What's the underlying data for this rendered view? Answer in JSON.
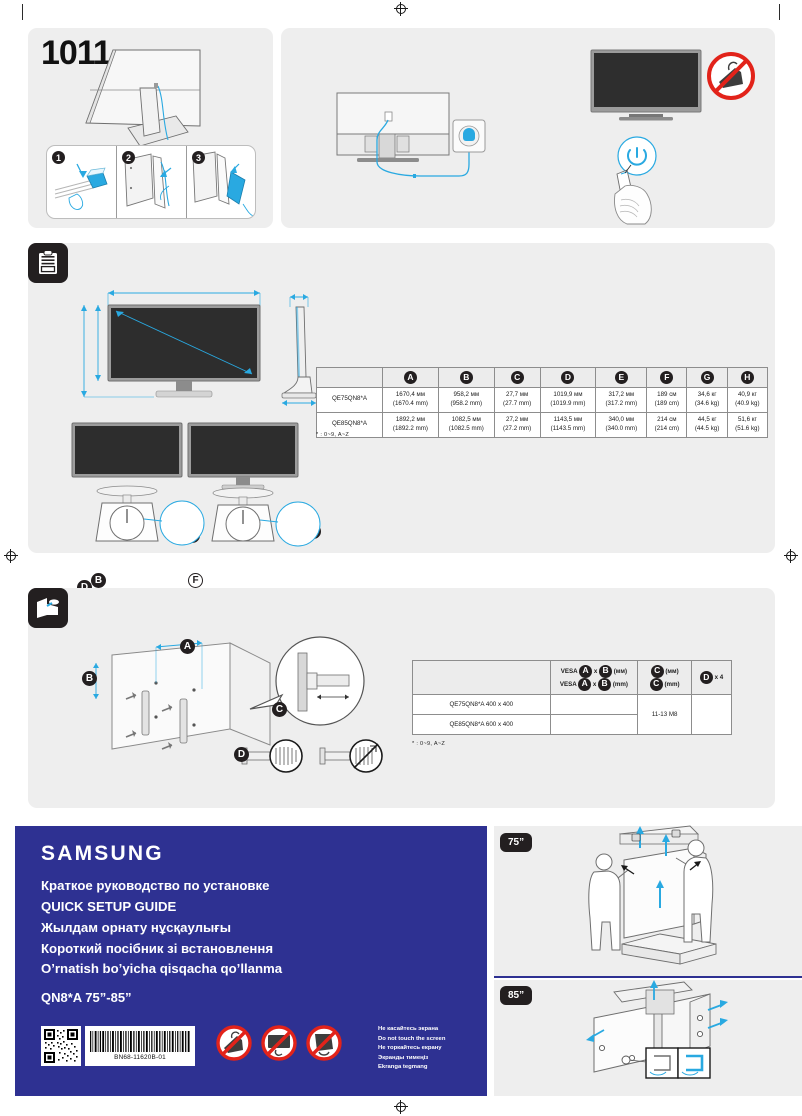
{
  "document": {
    "page_number": "1011",
    "barcode_number": "BN68-11620B-01",
    "footnote": "* : 0~9, A~Z"
  },
  "brand": {
    "logo_text": "SAMSUNG"
  },
  "footer": {
    "titles": [
      "Краткое руководство по установке",
      "QUICK SETUP GUIDE",
      "Жылдам орнату нұсқаулығы",
      "Короткий посібник зі встановлення",
      "O’rnatish bo’yicha qisqacha qo’llanma"
    ],
    "model_line": "QN8*A 75”-85”",
    "warnings": [
      "Не касайтесь экрана",
      "Do not touch the screen",
      "Не торкайтесь екрану",
      "Экранды тимеңіз",
      "Ekranga tegmang"
    ]
  },
  "stand_assembly": {
    "steps": [
      "1",
      "2",
      "3"
    ]
  },
  "dimensions_section": {
    "icon": "clipboard-icon",
    "markers": [
      "A",
      "B",
      "C",
      "D",
      "E",
      "F",
      "G",
      "H"
    ],
    "table": {
      "headers": [
        "",
        "A",
        "B",
        "C",
        "D",
        "E",
        "F",
        "G",
        "H"
      ],
      "rows": [
        {
          "model": "QE75QN8*A",
          "values": [
            "1670,4 мм\n(1670.4 mm)",
            "958,2 мм\n(958.2 mm)",
            "27,7 мм\n(27.7 mm)",
            "1019,9 мм\n(1019.9 mm)",
            "317,2 мм\n(317.2 mm)",
            "189 см\n(189 cm)",
            "34,6 кг\n(34.6 kg)",
            "40,9 кг\n(40.9 kg)"
          ]
        },
        {
          "model": "QE85QN8*A",
          "values": [
            "1892,2 мм\n(1892.2 mm)",
            "1082,5 мм\n(1082.5 mm)",
            "27,2 мм\n(27.2 mm)",
            "1143,5 мм\n(1143.5 mm)",
            "340,0 мм\n(340.0 mm)",
            "214 см\n(214 cm)",
            "44,5 кг\n(44.5 kg)",
            "51,6 кг\n(51.6 kg)"
          ]
        }
      ]
    }
  },
  "wallmount_section": {
    "icon": "wall-mount-icon",
    "markers": [
      "A",
      "B",
      "C",
      "D"
    ],
    "table": {
      "header_vesa_ru": "VESA A x B (мм)",
      "header_vesa_en": "VESA A x B (mm)",
      "header_c_ru": "C (мм)",
      "header_c_en": "C (mm)",
      "header_d": "D x 4",
      "rows": [
        {
          "model": "QE75QN8*A 400 x 400",
          "vesa": "",
          "screw": "11-13 M8"
        },
        {
          "model": "QE85QN8*A 600 x 400",
          "vesa": "",
          "screw": "11-13 M8"
        }
      ],
      "screw_spec": "11-13 M8"
    }
  },
  "install_panels": [
    {
      "size_label": "75”"
    },
    {
      "size_label": "85”"
    }
  ],
  "colors": {
    "brand_blue": "#2e3192",
    "accent_cyan": "#29a9e1",
    "panel_gray": "#eeeeee",
    "dark": "#231f20",
    "prohibit_red": "#e2231a"
  }
}
